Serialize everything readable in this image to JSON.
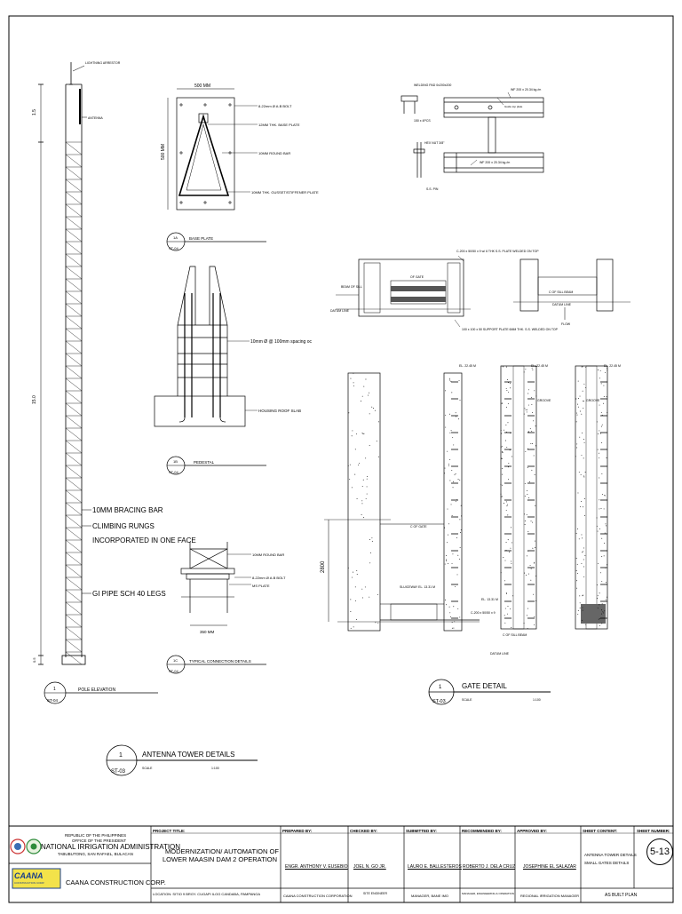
{
  "pole_elevation": {
    "callouts": {
      "lightning": "LIGHTNING ARRESTOR",
      "antenna": "ANTENNA",
      "bracing": "10MM BRACING BAR",
      "rungs1": "CLIMBING RUNGS",
      "rungs2": "INCORPORATED IN ONE FACE",
      "legs": "GI PIPE SCH 40 LEGS"
    },
    "dims": {
      "top": "1.5",
      "mid": "15.0",
      "bottom": "0.5"
    },
    "tag": {
      "num": "1",
      "sheet": "ST-04"
    },
    "title": "POLE ELEVATION"
  },
  "base_plate": {
    "dim_h": "500 MM",
    "dim_v": "500 MM",
    "callouts": [
      "8-22mm Ø A.B BOLT",
      "12MM THK. BASE PLATE",
      "10MM ROUND BAR",
      "10MM THK. GUSSET/STIFFENER PLATE"
    ],
    "tag": {
      "num": "1A",
      "sheet": "ST-04"
    },
    "title": "BASE PLATE"
  },
  "pedestal": {
    "callouts": [
      "10mm Ø @ 100mm spacing oc",
      "HOUSING ROOF SLAB"
    ],
    "tag": {
      "num": "1B",
      "sheet": "ST-04"
    },
    "title": "PEDESTAL"
  },
  "connection": {
    "callouts": [
      "10MM ROUND BAR",
      "8-22mm Ø A.B BOLT",
      "MS PLATE"
    ],
    "dim": "350 MM",
    "tag": {
      "num": "1C",
      "sheet": "ST-04"
    },
    "title": "TYPICAL CONNECTION DETAILS"
  },
  "antenna_details": {
    "tag": {
      "num": "1",
      "sheet": "ST-03"
    },
    "title": "ANTENNA TOWER DETAILS",
    "scale_label": "SCALE",
    "scale_value": "1:100"
  },
  "gate_misc": {
    "callouts": [
      "WELDING PAD 0x200x200",
      "WF 200 x 20.34 kg./m",
      "Guide top plate",
      "150 x 4PCS",
      "HEX NUT 3/8\"",
      "WF 200 x 20.34 kg./m",
      "S.S. PIN"
    ]
  },
  "gate_plan": {
    "callouts": [
      "C-200 x 50/50 x 9 w/ 6 THK S.S. PLATE WELDED ON TOP",
      "BEAM OF SILL",
      "DATUM LINE",
      "OF GATE",
      "100 x 100 x 50 SUPPORT PLATE 6MM THK. S.S. WELDED ON TOP"
    ]
  },
  "gate_plan2": {
    "callouts": [
      "C OF SILL BEAM",
      "DATUM LINE",
      "FLOW"
    ]
  },
  "gate_section": {
    "callouts": [
      "EL. 22.45 M",
      "C OF GATE",
      "SLUICEWAY EL. 13.31 M",
      "EL. 13.31 M",
      "C-200 x 50/50 x 9",
      "C OF SILL BEAM",
      "DATUM LINE",
      "EL. 22.45 M",
      "GROOVE",
      "EL. 22.45 M",
      "GROOVE"
    ],
    "dim": "2800"
  },
  "gate_detail": {
    "tag": {
      "num": "1",
      "sheet": "ST-03"
    },
    "title": "GATE DETAIL",
    "scale_label": "SCALE",
    "scale_value": "1:100"
  },
  "title_block": {
    "agency": {
      "line1": "REPUBLIC OF THE PHILIPPINES",
      "line2": "OFFICE OF THE PRESIDENT",
      "line3": "NATIONAL IRRIGATION ADMINISTRATION",
      "line4": "TABUBUTONG, SAN RAFAEL, BULACAN"
    },
    "contractor": {
      "logo": "CAANA",
      "logo_sub": "CONSTRUCTION CORP.",
      "name": "CAANA CONSTRUCTION CORP."
    },
    "project_title_label": "PROJECT TITLE:",
    "project_title_1": "MODERNIZATION/ AUTOMATION OF",
    "project_title_2": "LOWER MAASIN DAM 2 OPERATION",
    "location": "LOCATION: SITIO 9 BRGY. CUGAPI ILOG CANDABA, PAMPANGA",
    "prepared_label": "PREPARED BY:",
    "prepared_name": "ENGR. ANTHONY V. EUSEBIO",
    "prepared_role": "CAANA CONSTRUCTION CORPORATION",
    "checked_label": "CHECKED BY:",
    "checked_name": "JOEL N. GO JR.",
    "checked_role": "SITE ENGINEER",
    "submitted_label": "SUBMITTED BY:",
    "submitted_name": "LAURO E. BALLESTEROS",
    "submitted_role": "MANAGER, BANE IMO",
    "recommended_label": "RECOMMENDED BY:",
    "recommended_name": "ROBERTO J. DELA CRUZ",
    "recommended_role": "MANAGER, ENGINEERING & OPERATION",
    "approved_label": "APPROVED BY:",
    "approved_name": "JOSEPHINE EL SALAZAR",
    "approved_role": "REGIONAL IRRIGATION MANAGER",
    "content_label": "SHEET CONTENT:",
    "content_1": "ANTENNA TOWER DETAILS",
    "content_2": "SMALL GATES DETAILS",
    "content_3": "AS BUILT PLAN",
    "sheet_label": "SHEET NUMBER:",
    "sheet_number": "5-13"
  }
}
